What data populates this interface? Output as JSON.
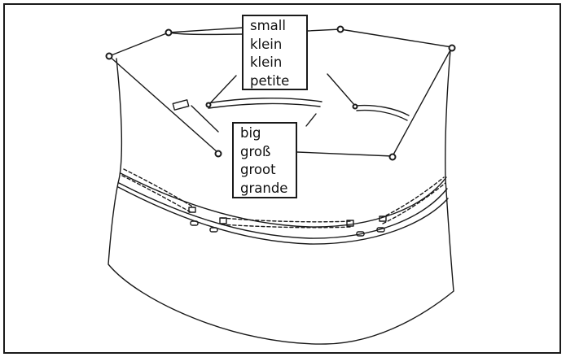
{
  "labels": {
    "small": [
      "small",
      "klein",
      "klein",
      "petite"
    ],
    "big": [
      "big",
      "groß",
      "groot",
      "grande"
    ]
  },
  "colors": {
    "line": "#1a1a1a",
    "background": "#ffffff"
  }
}
